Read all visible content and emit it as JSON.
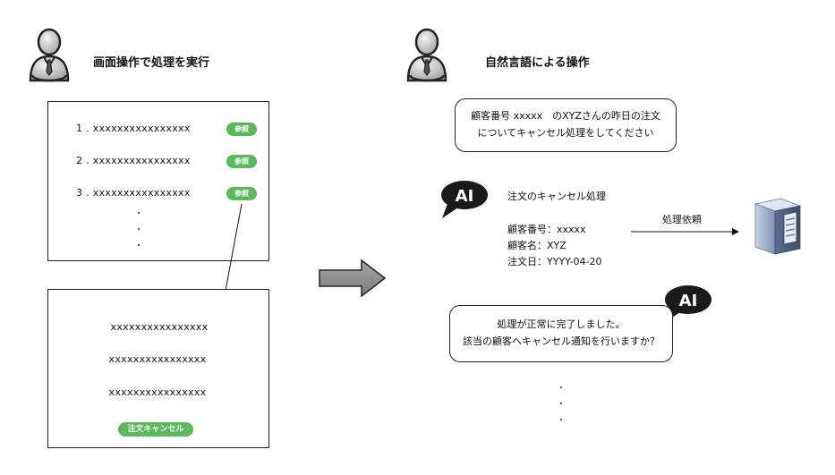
{
  "left": {
    "title": "画面操作で処理を実行",
    "list_rows": [
      {
        "text": "1 . xxxxxxxxxxxxxxxx",
        "button": "参照"
      },
      {
        "text": "2 . xxxxxxxxxxxxxxxx",
        "button": "参照"
      },
      {
        "text": "3 . xxxxxxxxxxxxxxxx",
        "button": "参照"
      }
    ],
    "detail_rows": [
      "xxxxxxxxxxxxxxxx",
      "xxxxxxxxxxxxxxxx",
      "xxxxxxxxxxxxxxxx"
    ],
    "cancel_button": "注文キャンセル"
  },
  "right": {
    "title": "自然言語による操作",
    "user_request_line1": "顧客番号 xxxxx　のXYZさんの昨日の注文",
    "user_request_line2": "についてキャンセル処理をしてください",
    "ai_label": "AI",
    "ai_heading": "注文のキャンセル処理",
    "ai_fields": [
      "顧客番号：xxxxx",
      "顧客名：XYZ",
      "注文日：YYYY-04-20"
    ],
    "arrow_label": "処理依頼",
    "ai_response_line1": "処理が正常に完了しました。",
    "ai_response_line2": "該当の顧客へキャンセル通知を行いますか？"
  },
  "icons": {
    "person": "person-icon",
    "server": "server-icon",
    "ai_bubble": "ai-speech-bubble-icon",
    "big_arrow": "right-arrow-icon"
  },
  "colors": {
    "button_green": "#5cb85c",
    "arrow_gray": "#8a8a8a"
  }
}
